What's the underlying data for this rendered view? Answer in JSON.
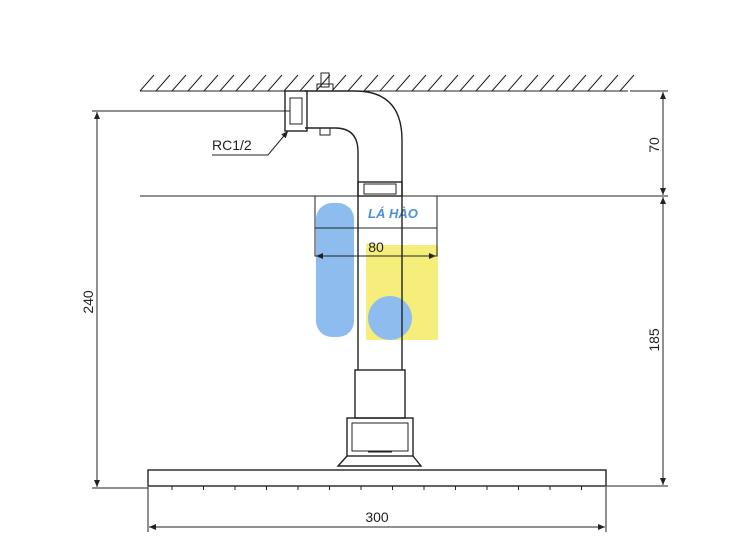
{
  "drawing": {
    "dimensions": {
      "total_height": "240",
      "arm_height": "70",
      "pipe_height": "185",
      "head_width": "300",
      "flange_width": "80"
    },
    "thread_label": "RC1/2"
  },
  "watermark": {
    "text": "LÁ HÀO",
    "colors": {
      "blue": "#8fbcef",
      "yellow": "#f6ee7a",
      "text": "#4a90d9"
    }
  }
}
